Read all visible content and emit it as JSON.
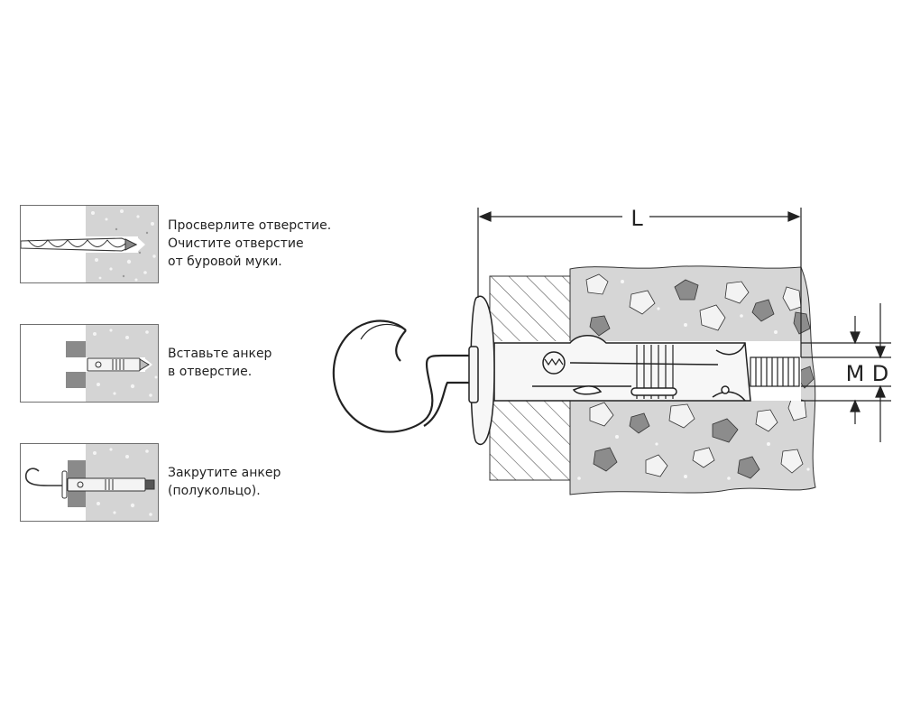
{
  "steps": [
    {
      "lines": [
        "Просверлите отверстие.",
        "Очистите отверстие",
        "от буровой муки."
      ]
    },
    {
      "lines": [
        "Вставьте анкер",
        "в отверстие."
      ]
    },
    {
      "lines": [
        "Закрутите  анкер",
        "(полукольцо)."
      ]
    }
  ],
  "dimensions": {
    "length": "L",
    "thread": "M",
    "diameter": "D"
  },
  "colors": {
    "concrete": "#d8d8d8",
    "stone_light": "#f2f2f2",
    "stone_dark": "#8f8f8f",
    "outline": "#222222",
    "board_hatch": "#555555",
    "metal": "#f7f7f7"
  }
}
